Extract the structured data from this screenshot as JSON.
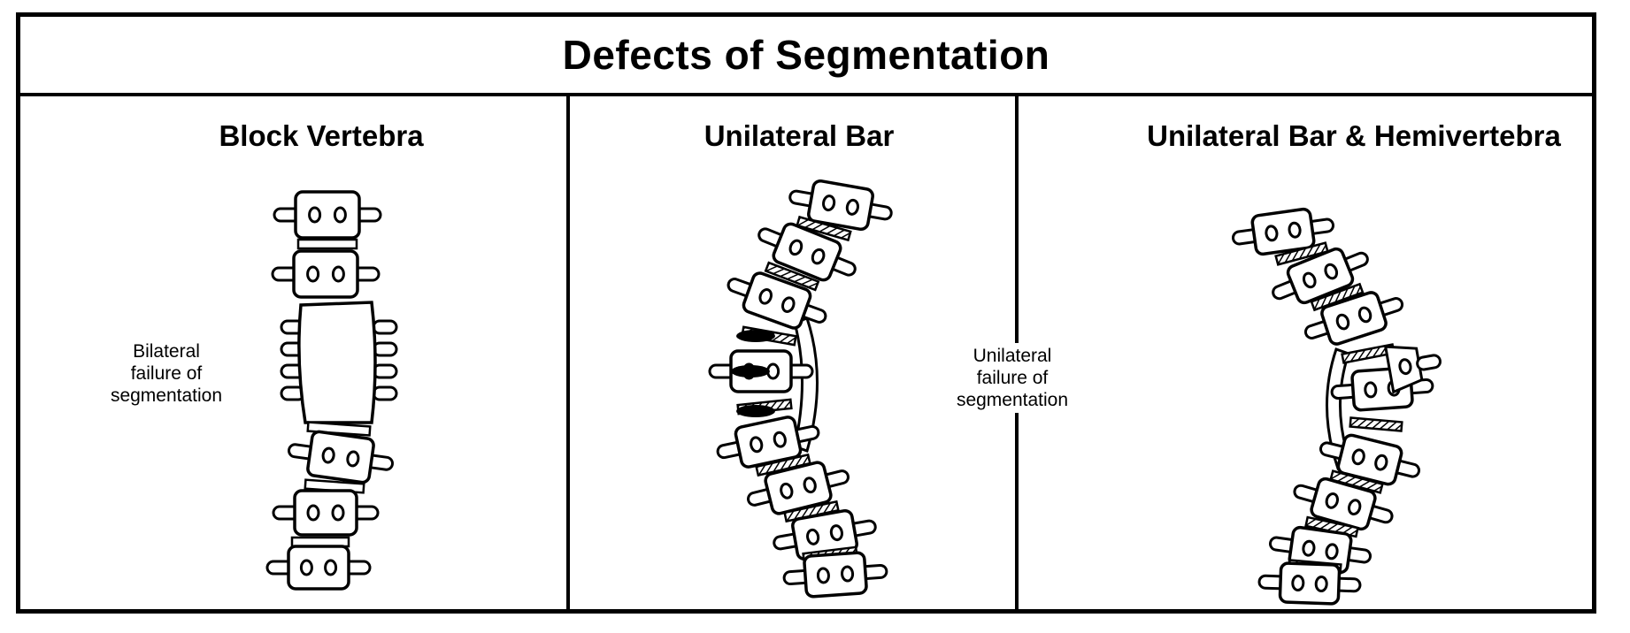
{
  "title": "Defects of Segmentation",
  "panels": [
    {
      "title": "Block Vertebra",
      "note": [
        "Bilateral",
        "failure of",
        "segmentation"
      ]
    },
    {
      "title": "Unilateral Bar",
      "note": [
        "Unilateral",
        "failure of",
        "segmentation"
      ]
    },
    {
      "title": "Unilateral Bar & Hemivertebra"
    }
  ],
  "colors": {
    "line": "#000000",
    "background": "#ffffff"
  }
}
